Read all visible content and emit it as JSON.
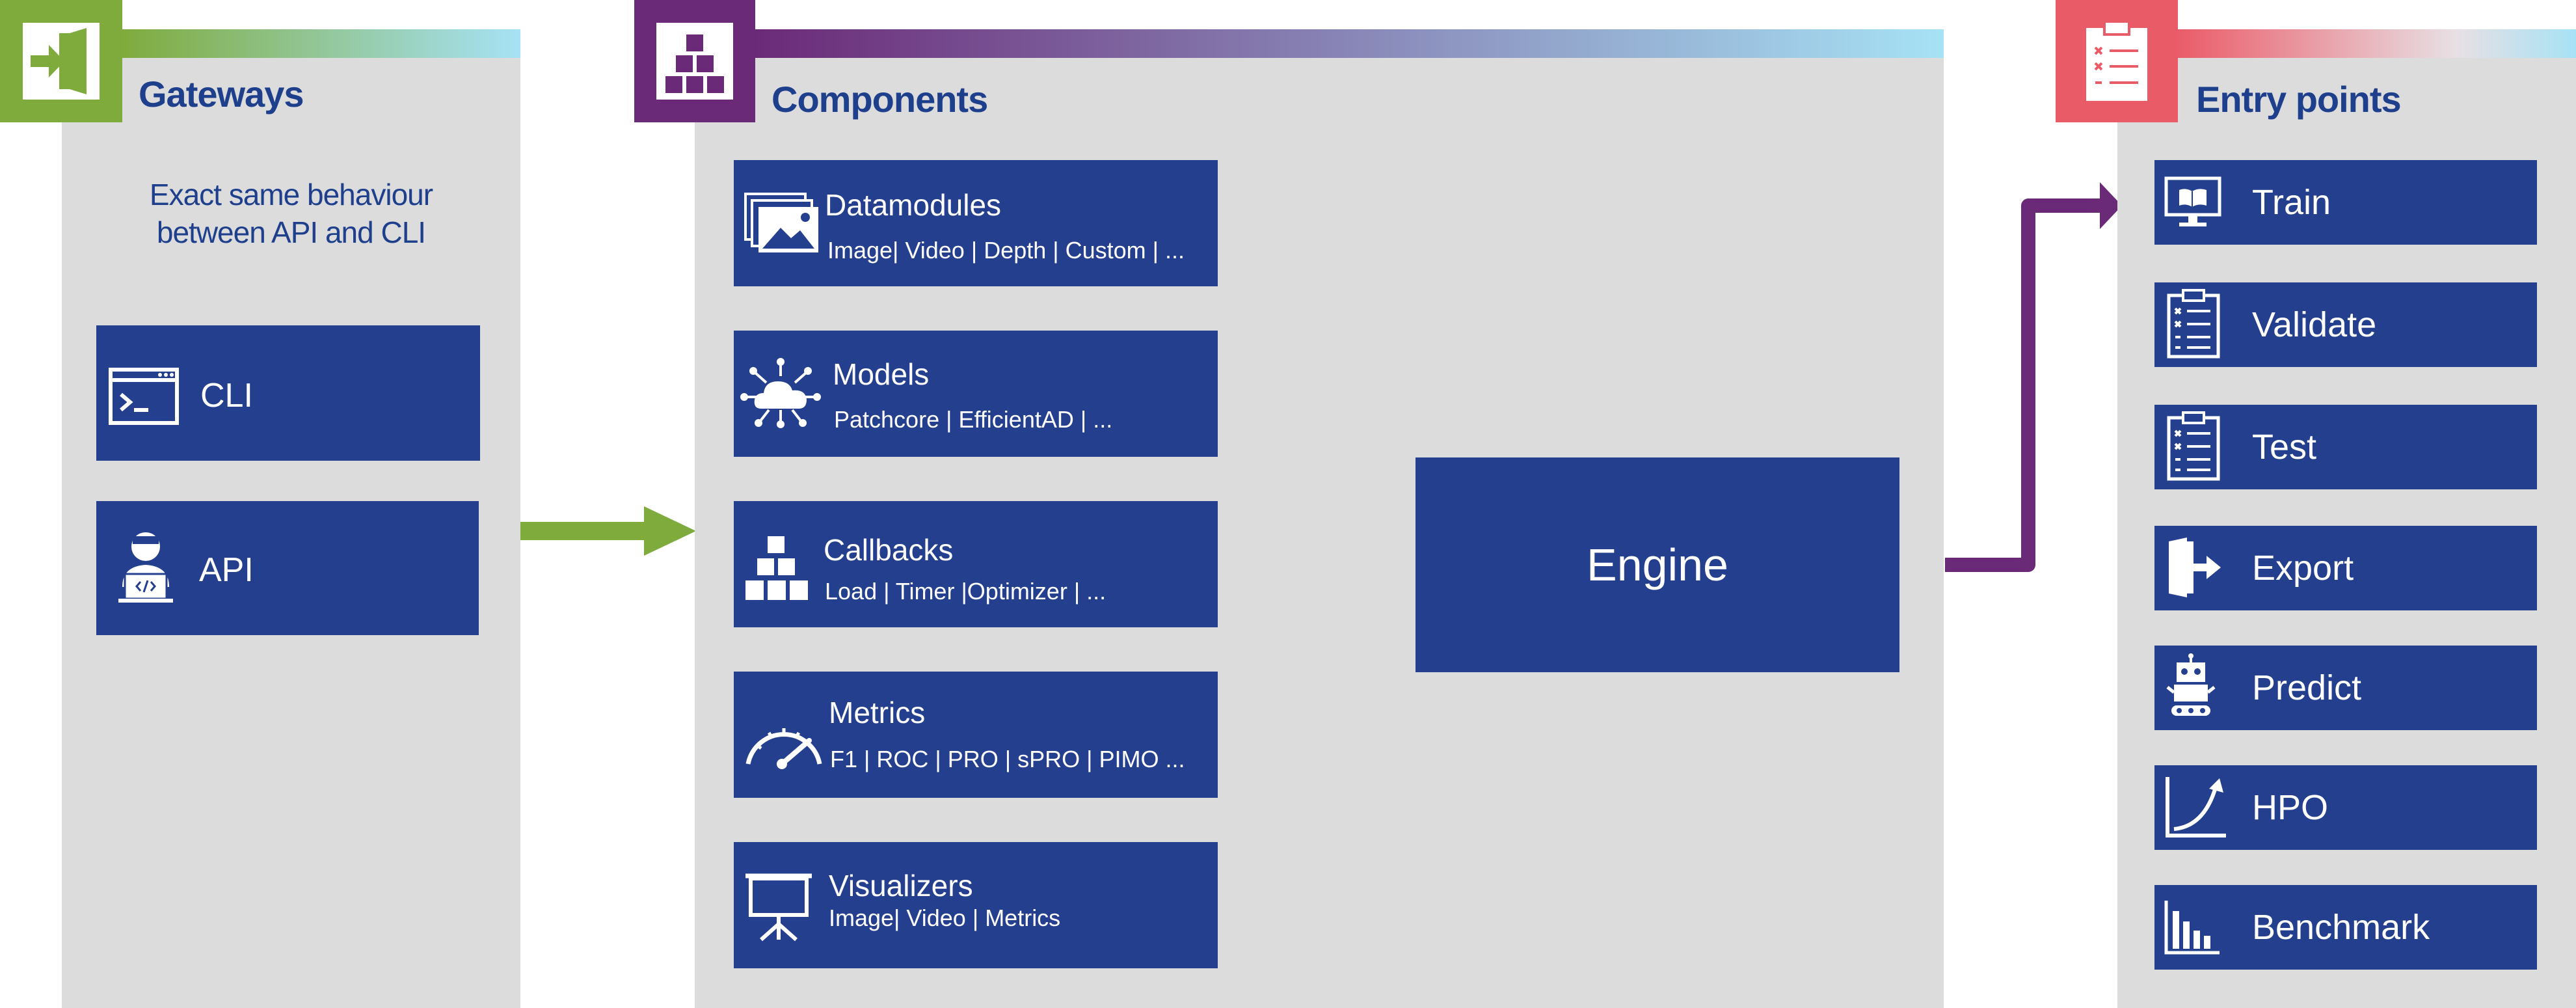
{
  "gateways": {
    "title": "Gateways",
    "description": [
      "Exact same behaviour",
      "between API and CLI"
    ],
    "items": [
      {
        "label": "CLI",
        "icon": "terminal-icon"
      },
      {
        "label": "API",
        "icon": "developer-icon"
      }
    ]
  },
  "components": {
    "title": "Components",
    "items": [
      {
        "title": "Datamodules",
        "subtitle": "Image| Video | Depth | Custom | ...",
        "icon": "images-icon"
      },
      {
        "title": "Models",
        "subtitle": "Patchcore | EfficientAD | ...",
        "icon": "cloud-network-icon"
      },
      {
        "title": "Callbacks",
        "subtitle": "Load | Timer |Optimizer | ...",
        "icon": "boxes-icon"
      },
      {
        "title": "Metrics",
        "subtitle": "F1 | ROC | PRO | sPRO | PIMO ...",
        "icon": "gauge-icon"
      },
      {
        "title": "Visualizers",
        "subtitle": "Image| Video | Metrics",
        "icon": "presentation-icon"
      }
    ],
    "engine_label": "Engine"
  },
  "entry_points": {
    "title": "Entry points",
    "items": [
      {
        "label": "Train",
        "icon": "monitor-book-icon"
      },
      {
        "label": "Validate",
        "icon": "checklist-icon"
      },
      {
        "label": "Test",
        "icon": "checklist-icon"
      },
      {
        "label": "Export",
        "icon": "exit-door-icon"
      },
      {
        "label": "Predict",
        "icon": "robot-icon"
      },
      {
        "label": "HPO",
        "icon": "growth-chart-icon"
      },
      {
        "label": "Benchmark",
        "icon": "bar-chart-icon"
      }
    ]
  },
  "colors": {
    "box": "#253f8f",
    "panel": "#dcdcdc",
    "gateway_accent": "#7fab3c",
    "components_accent": "#6b2a78",
    "entry_accent": "#ea5b68",
    "connector_blue": "#1565c0",
    "connector_purple": "#6b2a78"
  }
}
